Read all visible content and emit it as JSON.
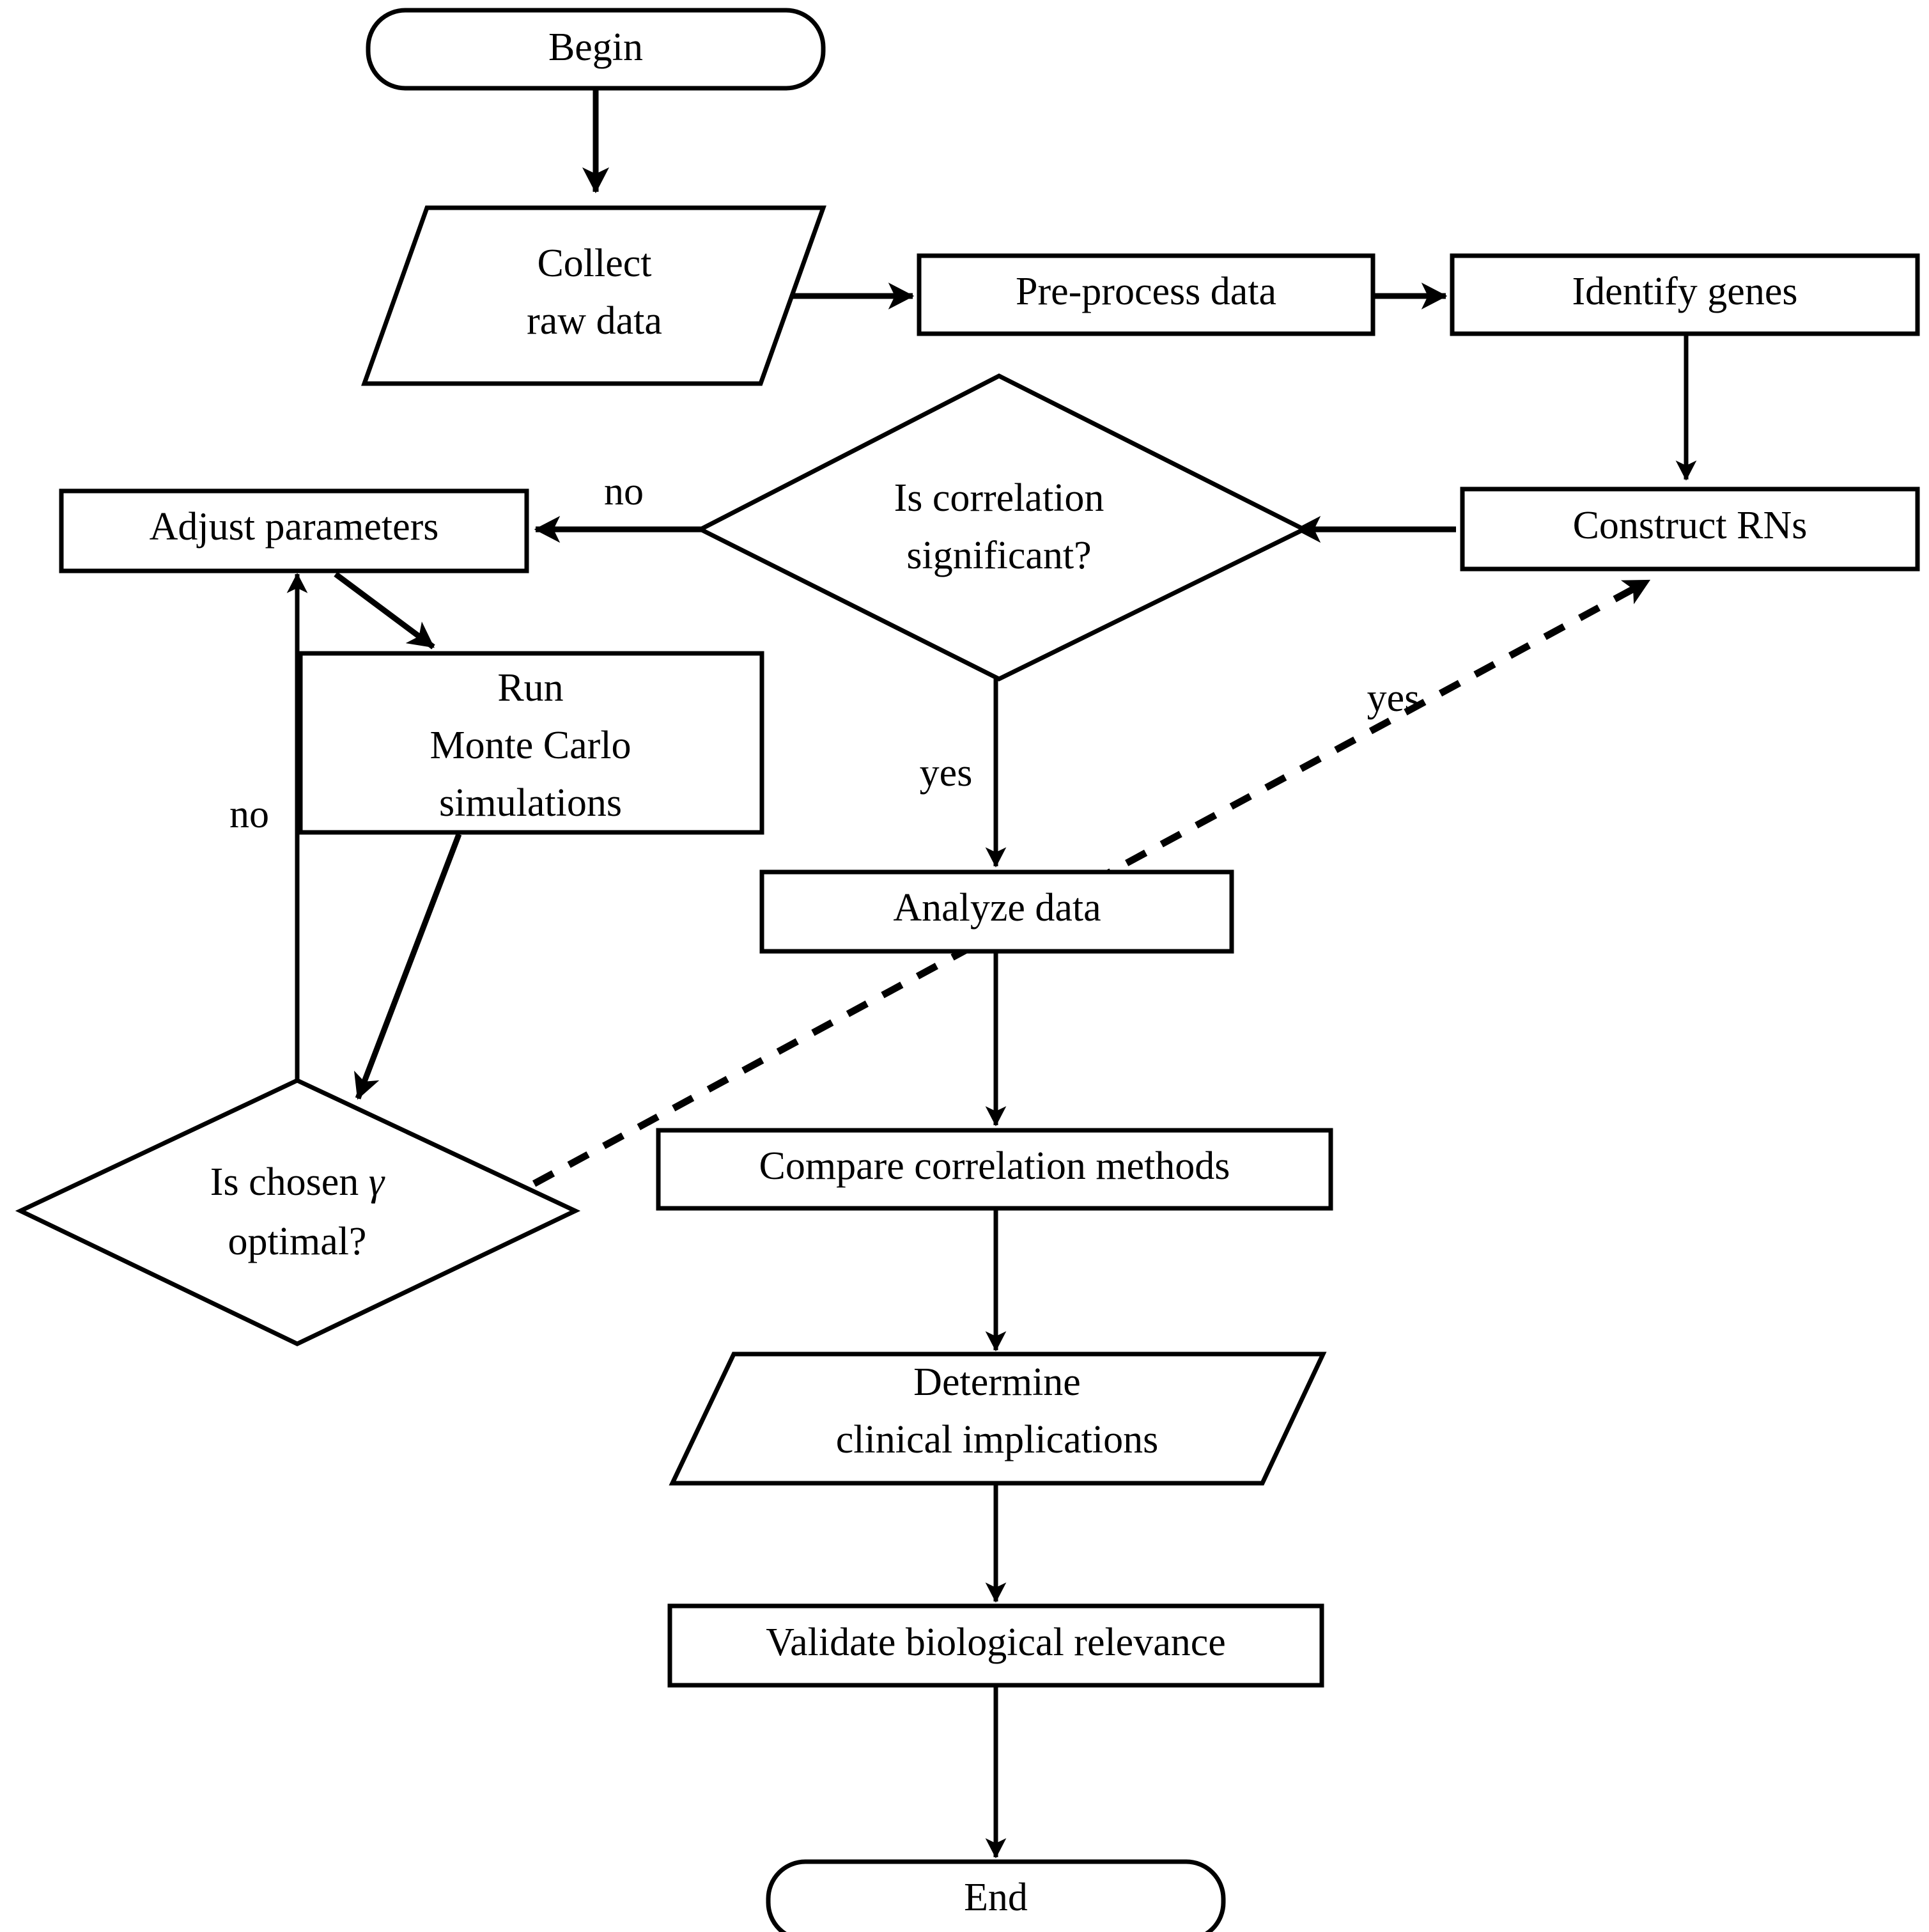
{
  "diagram": {
    "type": "flowchart",
    "title": "Gene co-expression correlation analysis workflow",
    "orientation": "top-to-bottom",
    "background_color": "#ffffff",
    "line_color": "#000000",
    "nodes": [
      {
        "id": "begin",
        "label": "Begin",
        "shape": "rounded-rectangle"
      },
      {
        "id": "collect",
        "label_line1": "Collect",
        "label_line2": "raw data",
        "shape": "parallelogram"
      },
      {
        "id": "preproc",
        "label": "Pre-process data",
        "shape": "rectangle"
      },
      {
        "id": "identify",
        "label": "Identify genes",
        "shape": "rectangle"
      },
      {
        "id": "rns",
        "label": "Construct RNs",
        "shape": "rectangle"
      },
      {
        "id": "corrdec",
        "label_line1": "Is correlation",
        "label_line2": "significant?",
        "shape": "diamond"
      },
      {
        "id": "adjust",
        "label": "Adjust parameters",
        "shape": "rectangle"
      },
      {
        "id": "monte",
        "label_line1": "Run",
        "label_line2": "Monte Carlo",
        "label_line3": "simulations",
        "shape": "rectangle"
      },
      {
        "id": "gammadec",
        "label_line1_pre": "Is chosen ",
        "label_line1_sym": "γ",
        "label_line2": "optimal?",
        "shape": "diamond"
      },
      {
        "id": "analyze",
        "label": "Analyze data",
        "shape": "rectangle"
      },
      {
        "id": "compare",
        "label": "Compare correlation methods",
        "shape": "rectangle"
      },
      {
        "id": "clinical",
        "label_line1": "Determine",
        "label_line2": "clinical implications",
        "shape": "parallelogram"
      },
      {
        "id": "validate",
        "label": "Validate biological relevance",
        "shape": "rectangle"
      },
      {
        "id": "end",
        "label": "End",
        "shape": "rounded-rectangle"
      }
    ],
    "edges": [
      {
        "from": "begin",
        "to": "collect",
        "label": "",
        "style": "solid"
      },
      {
        "from": "collect",
        "to": "preproc",
        "label": "",
        "style": "solid"
      },
      {
        "from": "preproc",
        "to": "identify",
        "label": "",
        "style": "solid"
      },
      {
        "from": "identify",
        "to": "rns",
        "label": "",
        "style": "solid"
      },
      {
        "from": "rns",
        "to": "corrdec",
        "label": "",
        "style": "solid"
      },
      {
        "from": "corrdec",
        "to": "adjust",
        "label": "no",
        "style": "solid"
      },
      {
        "from": "corrdec",
        "to": "analyze",
        "label": "yes",
        "style": "solid"
      },
      {
        "from": "adjust",
        "to": "monte",
        "label": "",
        "style": "solid"
      },
      {
        "from": "monte",
        "to": "gammadec",
        "label": "",
        "style": "solid"
      },
      {
        "from": "gammadec",
        "to": "adjust",
        "label": "no",
        "style": "solid"
      },
      {
        "from": "gammadec",
        "to": "rns",
        "label": "yes",
        "style": "dashed"
      },
      {
        "from": "analyze",
        "to": "compare",
        "label": "",
        "style": "solid"
      },
      {
        "from": "compare",
        "to": "clinical",
        "label": "",
        "style": "solid"
      },
      {
        "from": "clinical",
        "to": "validate",
        "label": "",
        "style": "solid"
      },
      {
        "from": "validate",
        "to": "end",
        "label": "",
        "style": "solid"
      }
    ],
    "edge_labels": {
      "no_correlation": "no",
      "yes_correlation": "yes",
      "no_gamma": "no",
      "yes_gamma": "yes"
    }
  }
}
